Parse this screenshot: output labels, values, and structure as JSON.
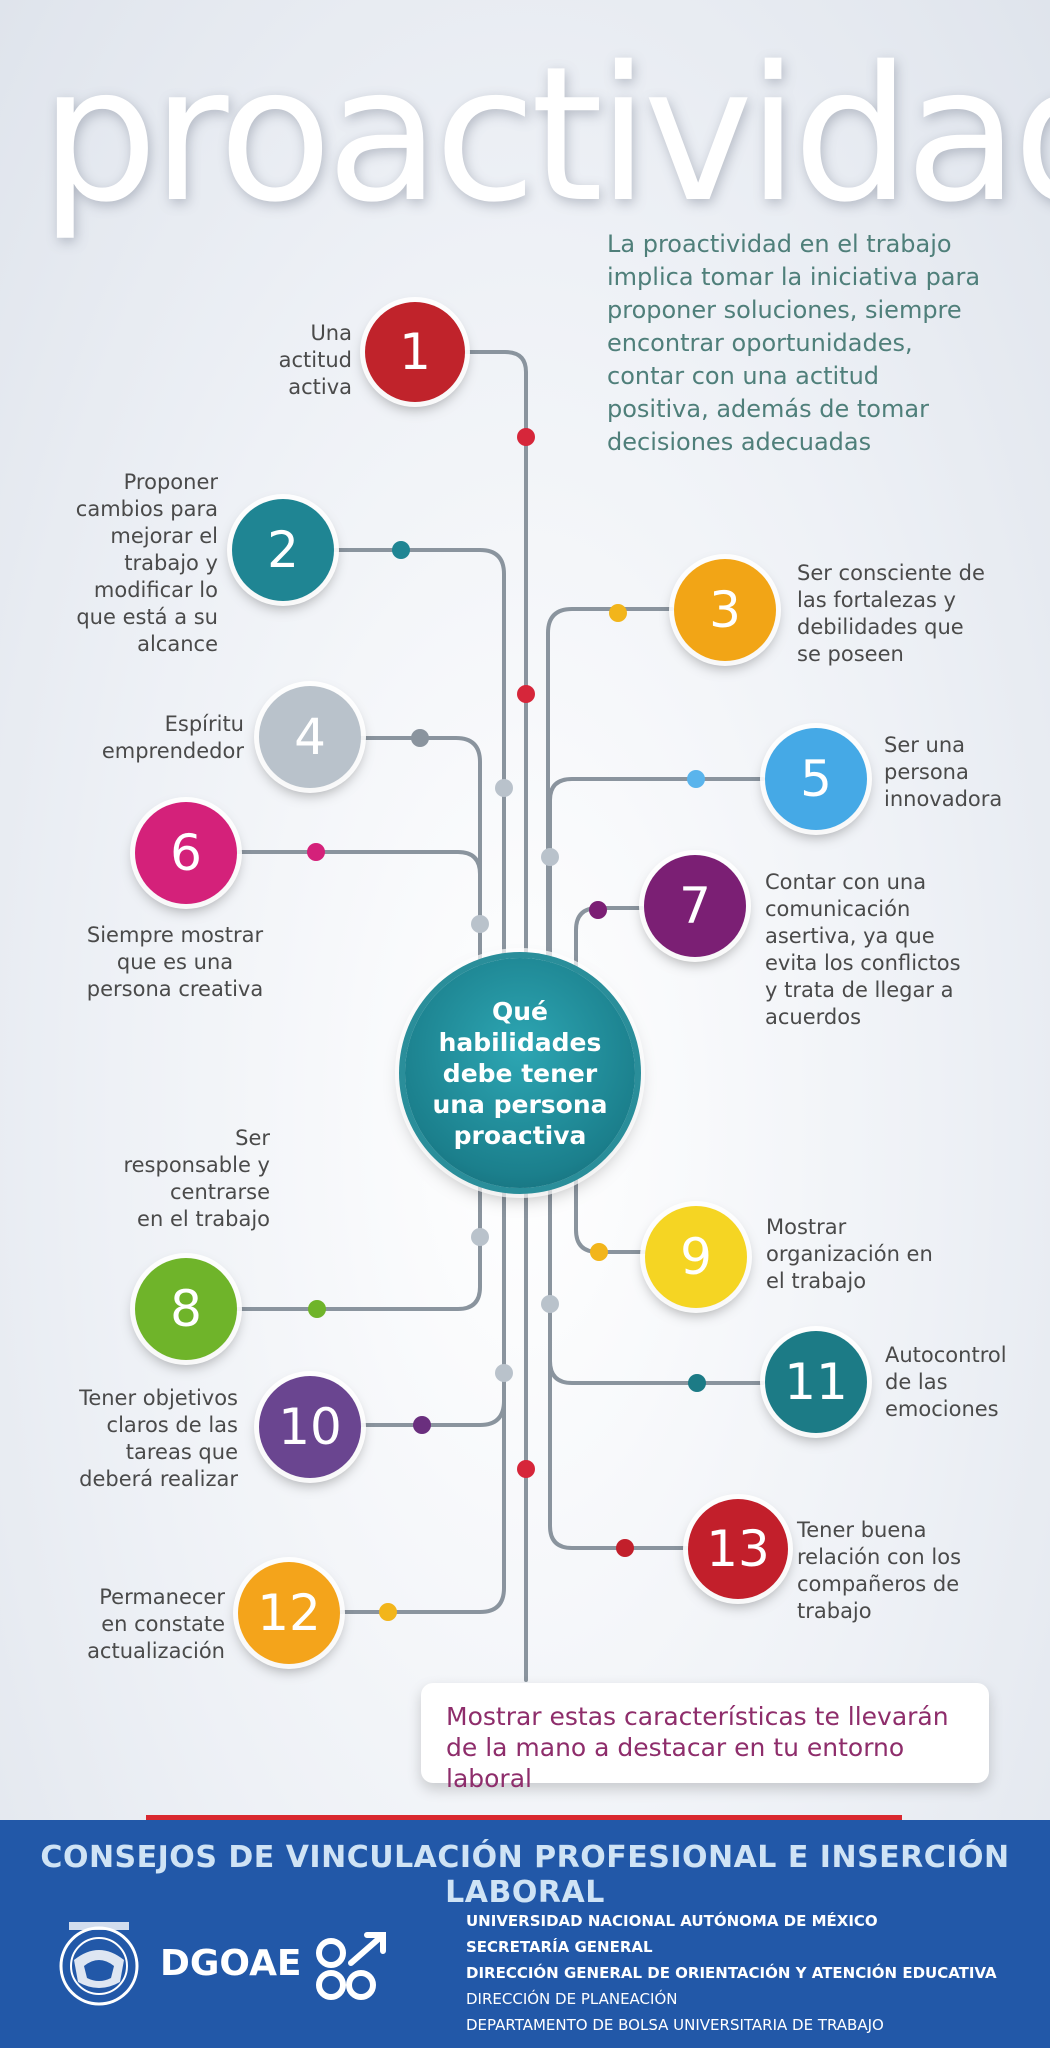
{
  "title": "proactividad",
  "intro": "La proactividad en el trabajo\nimplica tomar la iniciativa para\nproponer soluciones, siempre\nencontrar oportunidades,\ncontar con una actitud\npositiva, además de tomar\ndecisiones adecuadas",
  "hub": {
    "text": "Qué\nhabilidades\ndebe tener\nuna persona\nproactiva"
  },
  "skills": [
    {
      "number": "1",
      "label": "Una\nactitud\nactiva",
      "color": "#c0232b"
    },
    {
      "number": "2",
      "label": "Proponer\ncambios para\nmejorar el\ntrabajo y\nmodificar lo\nque está a su\nalcance",
      "color": "#1f8593"
    },
    {
      "number": "3",
      "label": "Ser consciente de\nlas fortalezas y\ndebilidades que\nse poseen",
      "color": "#f2a516"
    },
    {
      "number": "4",
      "label": "Espíritu\nemprendedor",
      "color": "#b9c2cb"
    },
    {
      "number": "5",
      "label": "Ser una\npersona\ninnovadora",
      "color": "#45a9e6"
    },
    {
      "number": "6",
      "label": "Siempre mostrar\nque es una\npersona creativa",
      "color": "#d4217a"
    },
    {
      "number": "7",
      "label": "Contar con una\ncomunicación\nasertiva, ya que\nevita los conflictos\ny trata de llegar a\nacuerdos",
      "color": "#7b1f74"
    },
    {
      "number": "8",
      "label": "Ser\nresponsable y\ncentrarse\nen el trabajo",
      "color": "#6fb42a"
    },
    {
      "number": "9",
      "label": "Mostrar\norganización en\nel trabajo",
      "color": "#f5d523"
    },
    {
      "number": "10",
      "label": "Tener objetivos\nclaros de las\ntareas que\ndeberá realizar",
      "color": "#6a4590"
    },
    {
      "number": "11",
      "label": "Autocontrol\nde las\nemociones",
      "color": "#1c7b86"
    },
    {
      "number": "12",
      "label": "Permanecer\nen constate\nactualización",
      "color": "#f4a41b"
    },
    {
      "number": "13",
      "label": "Tener buena\nrelación con los\ncompañeros de\ntrabajo",
      "color": "#c21f2b"
    }
  ],
  "closing": "Mostrar estas características te llevarán\nde la mano a destacar en tu entorno laboral",
  "footer": {
    "title": "CONSEJOS DE VINCULACIÓN PROFESIONAL E INSERCIÓN LABORAL",
    "logo_text": "DGOAE",
    "lines": [
      "UNIVERSIDAD NACIONAL AUTÓNOMA DE MÉXICO",
      "SECRETARÍA GENERAL",
      "DIRECCIÓN GENERAL DE ORIENTACIÓN Y ATENCIÓN  EDUCATIVA",
      "DIRECCIÓN DE PLANEACIÓN",
      "DEPARTAMENTO DE BOLSA UNIVERSITARIA DE TRABAJO"
    ]
  },
  "colors": {
    "line": "#8a949e",
    "footer_bg": "#2258a8",
    "footer_title": "#cfe3f5",
    "accent_red": "#d9282f",
    "closing_text": "#8e2d6b",
    "intro_text": "#4f7f7a"
  }
}
